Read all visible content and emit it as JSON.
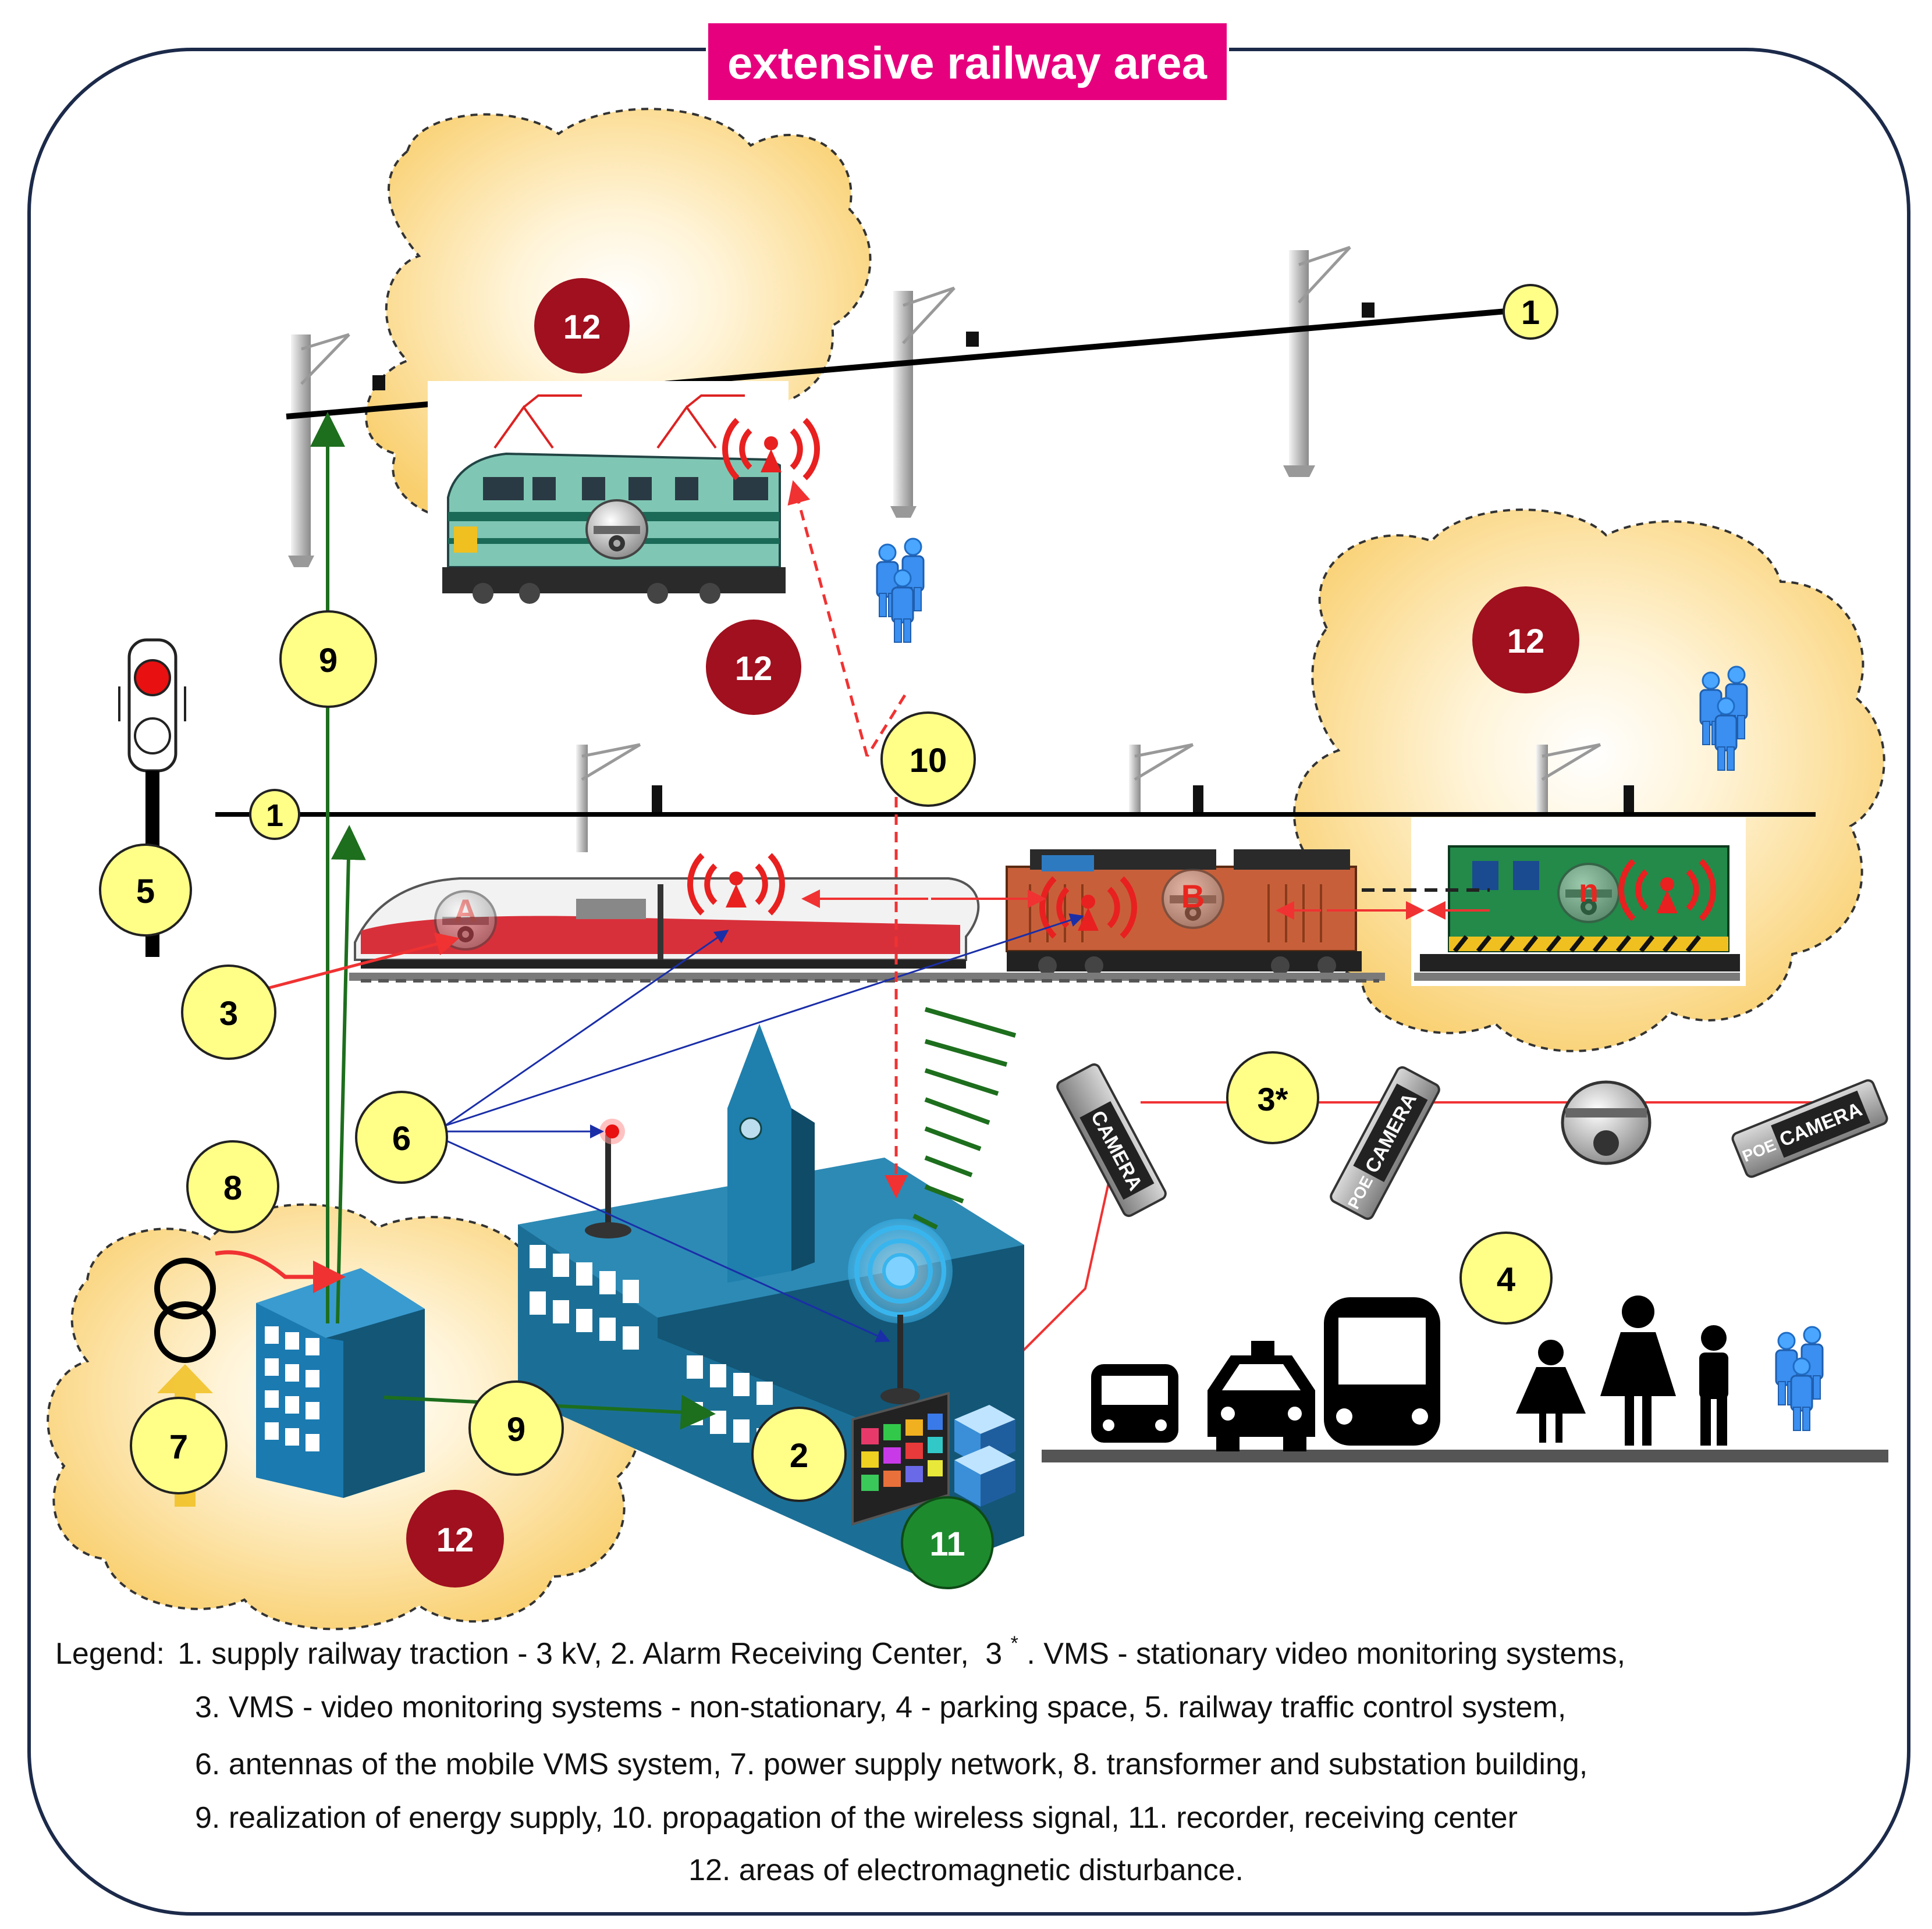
{
  "title": "extensive railway area",
  "colors": {
    "title_bg": "#e6007e",
    "disturbance_cloud": "#fbd98d",
    "badge_yellow": "#ffff88",
    "badge_darkred": "#a0101e",
    "badge_green": "#1e8a2e",
    "energy_arrow": "#1d6e1d",
    "signal_arrow": "#f03232",
    "antenna_arrow": "#1a2ea8",
    "building_blue": "#1b6f96"
  },
  "markers": {
    "m1a": "1",
    "m1b": "1",
    "m2": "2",
    "m3": "3",
    "m3s": "3*",
    "m4": "4",
    "m5": "5",
    "m6": "6",
    "m7": "7",
    "m8": "8",
    "m9a": "9",
    "m9b": "9",
    "m10": "10",
    "m11": "11",
    "m12a": "12",
    "m12b": "12",
    "m12c": "12",
    "m12d": "12"
  },
  "train_labels": {
    "a": "A",
    "b": "B",
    "n": "n"
  },
  "camera_text": "CAMERA",
  "poe_text": "POE",
  "legend": {
    "line1_label": "Legend:",
    "line1": "1. supply railway traction - 3 kV,  2. Alarm Receiving Center,",
    "line1_tail_num": "3",
    "line1_tail_sup": "*",
    "line1_tail": ". VMS - stationary video monitoring systems,",
    "line2": "3. VMS -  video monitoring systems - non-stationary, 4 - parking space,  5. railway traffic control system,",
    "line3": "6. antennas of the mobile VMS system, 7. power supply network, 8. transformer and substation building,",
    "line4": "9. realization of energy supply, 10. propagation of the wireless signal, 11. recorder, receiving center",
    "line5": "12. areas of electromagnetic disturbance."
  }
}
